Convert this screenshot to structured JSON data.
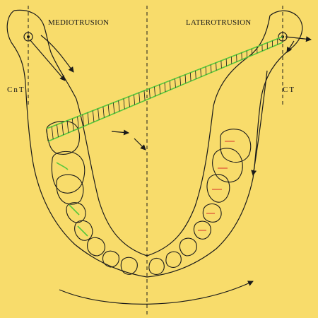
{
  "labels": {
    "mediotrusion": "MEDIOTRUSION",
    "laterotrusion": "LATEROTRUSION",
    "left_condyle": "CnT",
    "right_condyle": "CT"
  },
  "colors": {
    "background": "#f8dc6b",
    "line": "#1a1a1a",
    "guide": "#55c83c",
    "contact_mark": "#e0603c"
  }
}
